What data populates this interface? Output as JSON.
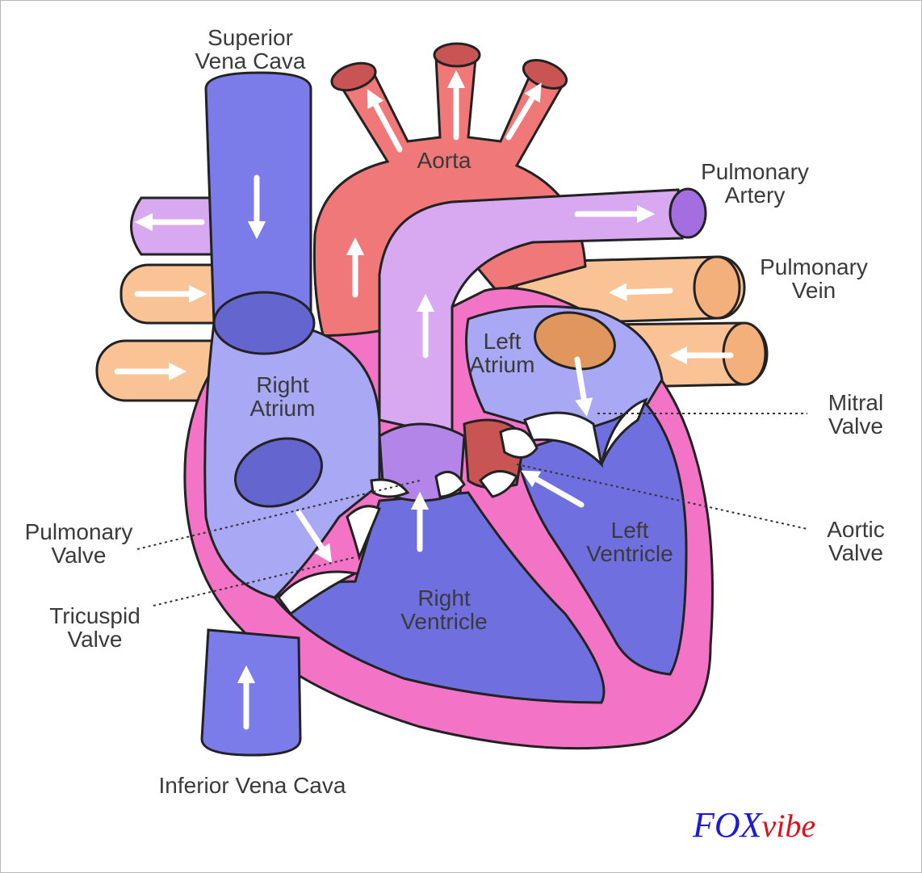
{
  "labels": {
    "svc1": "Superior",
    "svc2": "Vena Cava",
    "aorta": "Aorta",
    "pa1": "Pulmonary",
    "pa2": "Artery",
    "pv1": "Pulmonary",
    "pv2": "Vein",
    "la1": "Left",
    "la2": "Atrium",
    "ra1": "Right",
    "ra2": "Atrium",
    "mv1": "Mitral",
    "mv2": "Valve",
    "av1": "Aortic",
    "av2": "Valve",
    "pulv1": "Pulmonary",
    "pulv2": "Valve",
    "tv1": "Tricuspid",
    "tv2": "Valve",
    "lv1": "Left",
    "lv2": "Ventricle",
    "rv1": "Right",
    "rv2": "Ventricle",
    "ivc": "Inferior Vena Cava"
  },
  "watermark": {
    "part1": "FOX",
    "part2": "vibe"
  },
  "colors": {
    "deoxygenated": "#7b7bea",
    "oxygenated": "#f07878",
    "pulmonary_artery": "#cc9ef0",
    "pulmonary_vein": "#f9c396",
    "myocardium": "#f373c6"
  }
}
